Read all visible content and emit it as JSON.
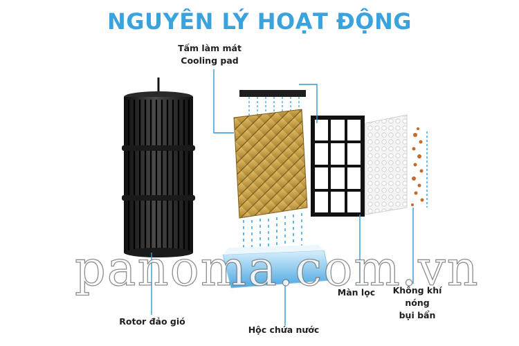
{
  "title": "NGUYÊN LÝ HOẠT ĐỘNG",
  "labels": {
    "cooling_pad_line1": "Tấm làm mát",
    "cooling_pad_line2": "Cooling pad",
    "rotor": "Rotor đảo gió",
    "water_tank": "Hộc chứa nước",
    "filter": "Màn lọc",
    "hot_air_line1": "Không khí",
    "hot_air_line2": "nóng",
    "hot_air_line3": "bụi bẩn"
  },
  "watermark": "panoma.com.vn",
  "colors": {
    "title": "#3aa2dc",
    "leader_line": "#2f9ad6",
    "rotor": "#1c1c1c",
    "cooling_pad": "#c9a24a",
    "water": "#5fb6ea",
    "filter_frame": "#111111"
  }
}
